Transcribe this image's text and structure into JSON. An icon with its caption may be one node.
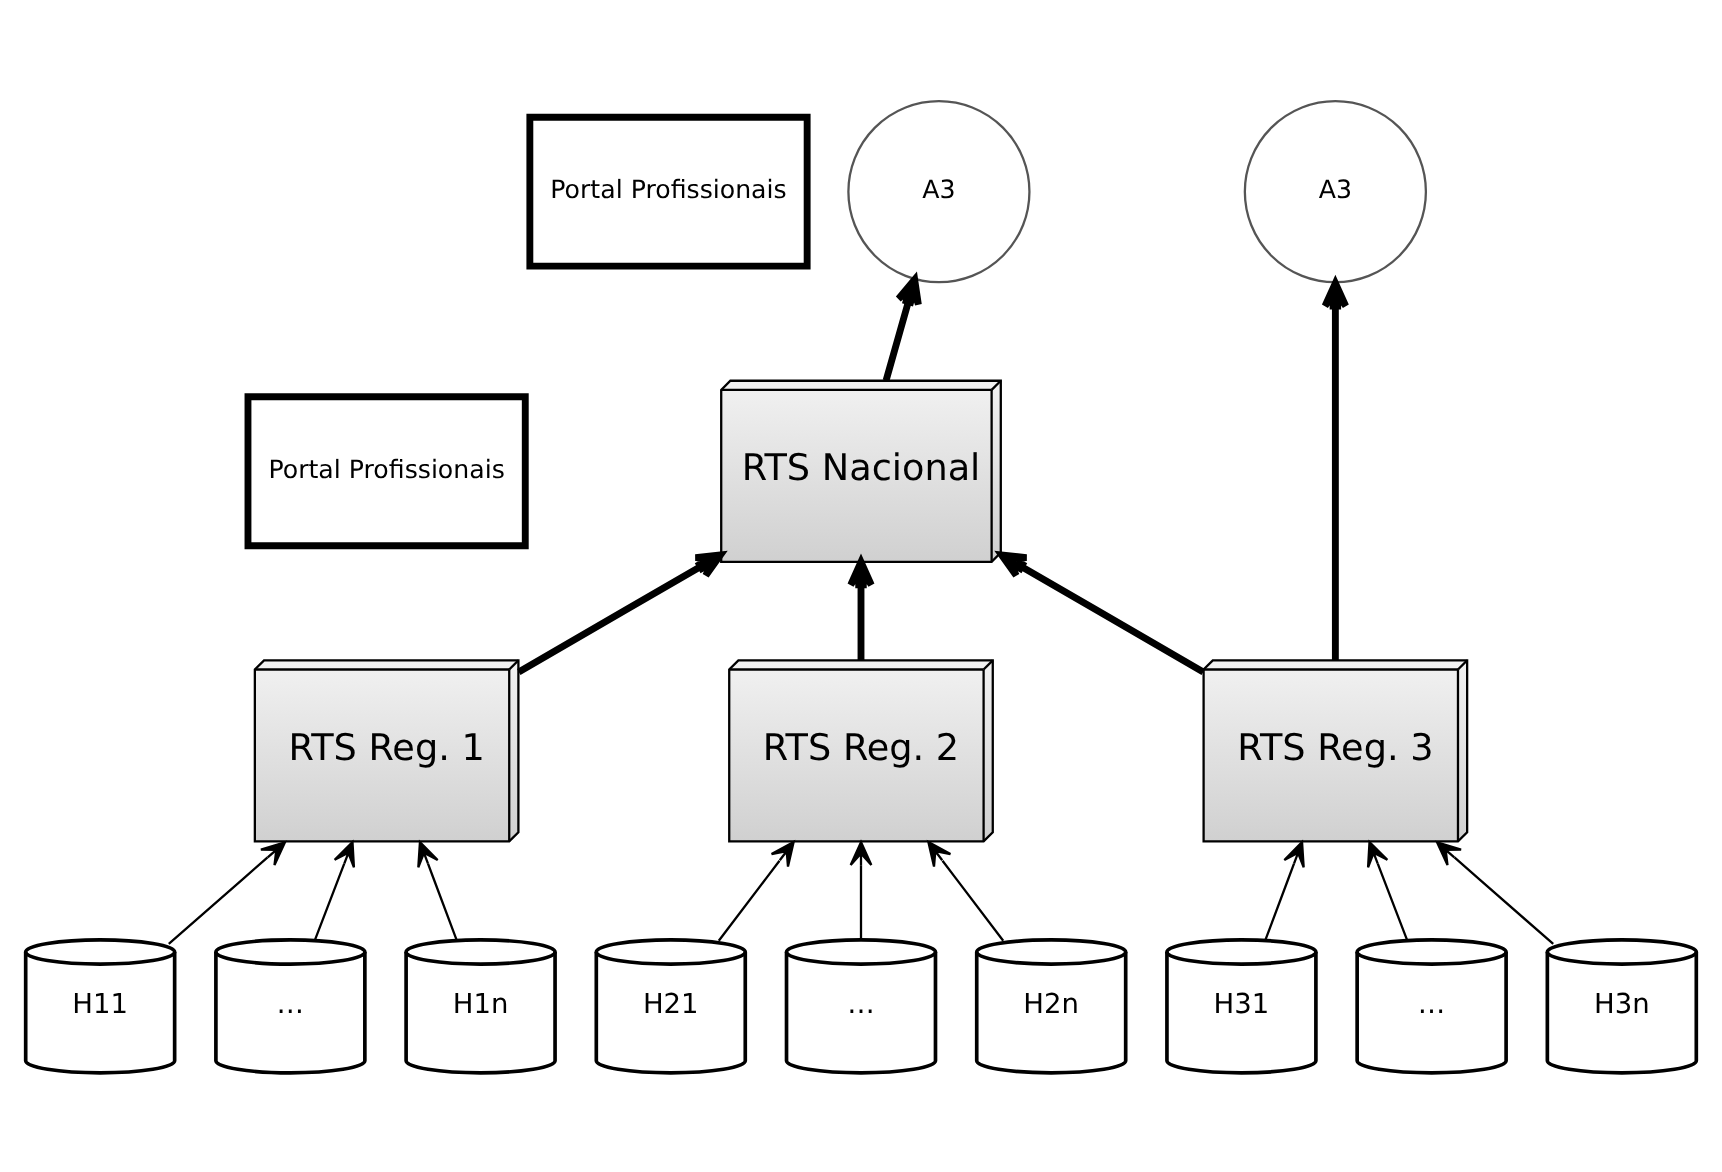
{
  "diagram": {
    "nodes": [
      {
        "text": [
          "Portal Profissionais"
        ]
      },
      {
        "text": [
          "A3"
        ]
      },
      {
        "text": [
          "RTS Nacional"
        ]
      },
      {
        "text": [
          "A3"
        ]
      },
      {
        "text": [
          "Portal Profissionais"
        ]
      },
      {
        "text": [
          "RTS Reg. 1"
        ]
      },
      {
        "text": [
          "RTS Reg. 2"
        ]
      },
      {
        "text": [
          "RTS Reg. 3"
        ]
      },
      {
        "text": [
          "H11"
        ]
      },
      {
        "text": [
          "…"
        ]
      },
      {
        "text": [
          "H1n"
        ]
      },
      {
        "text": [
          "H21"
        ]
      },
      {
        "text": [
          "…"
        ]
      },
      {
        "text": [
          "H2n"
        ]
      },
      {
        "text": [
          "H31"
        ]
      },
      {
        "text": [
          "…"
        ]
      },
      {
        "text": [
          "H3n"
        ]
      }
    ],
    "edges": [
      {
        "from": 2,
        "to": 1,
        "arrow": "to",
        "style": "thick"
      },
      {
        "from": 5,
        "to": 2,
        "arrow": "to",
        "style": "thick"
      },
      {
        "from": 6,
        "to": 2,
        "arrow": "to",
        "style": "thick"
      },
      {
        "from": 7,
        "to": 2,
        "arrow": "to",
        "style": "thick"
      },
      {
        "from": 7,
        "to": 3,
        "arrow": "to",
        "style": "thick"
      },
      {
        "from": 8,
        "to": 5,
        "arrow": "to"
      },
      {
        "from": 9,
        "to": 5,
        "arrow": "to"
      },
      {
        "from": 10,
        "to": 5,
        "arrow": "to"
      },
      {
        "from": 11,
        "to": 6,
        "arrow": "to"
      },
      {
        "from": 12,
        "to": 6,
        "arrow": "to"
      },
      {
        "from": 13,
        "to": 6,
        "arrow": "to"
      },
      {
        "from": 14,
        "to": 7,
        "arrow": "to"
      },
      {
        "from": 15,
        "to": 7,
        "arrow": "to"
      },
      {
        "from": 16,
        "to": 7,
        "arrow": "to"
      }
    ]
  }
}
